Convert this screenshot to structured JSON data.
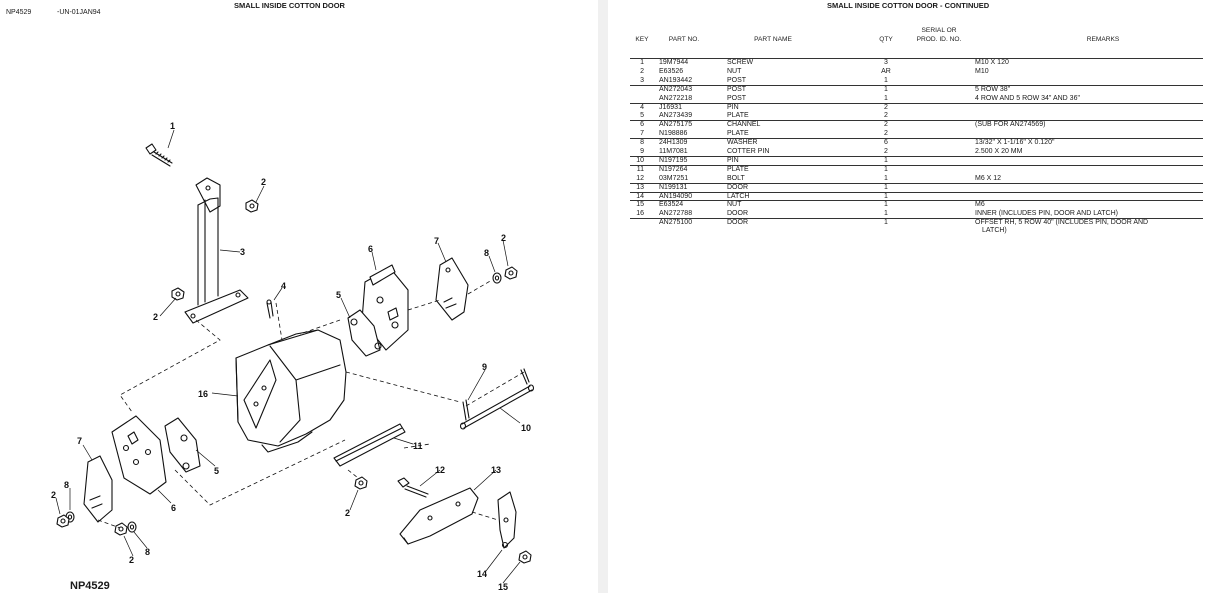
{
  "left_page": {
    "code": "NP4529",
    "date": "-UN-01JAN94",
    "title": "SMALL INSIDE COTTON DOOR",
    "figure_code": "NP4529",
    "callouts": [
      "1",
      "2",
      "3",
      "2",
      "4",
      "6",
      "7",
      "8",
      "2",
      "5",
      "9",
      "10",
      "16",
      "11",
      "7",
      "5",
      "8",
      "2",
      "6",
      "2",
      "8",
      "12",
      "13",
      "14",
      "15"
    ]
  },
  "right_page": {
    "title": "SMALL INSIDE COTTON DOOR - CONTINUED",
    "headers": {
      "key": "KEY",
      "part_no": "PART NO.",
      "part_name": "PART NAME",
      "qty": "QTY",
      "serial_1": "SERIAL OR",
      "serial_2": "PROD. ID. NO.",
      "remarks": "REMARKS"
    },
    "rows": [
      {
        "key": "1",
        "part": "19M7944",
        "name": "SCREW",
        "qty": "3",
        "remarks": "M10 X 120"
      },
      {
        "key": "2",
        "part": "E63526",
        "name": "NUT",
        "qty": "AR",
        "remarks": "M10"
      },
      {
        "key": "3",
        "part": "AN193442",
        "name": "POST",
        "qty": "1",
        "remarks": ""
      },
      {
        "key": "",
        "part": "AN272043",
        "name": "POST",
        "qty": "1",
        "remarks": "5 ROW 38\""
      },
      {
        "key": "",
        "part": "AN272218",
        "name": "POST",
        "qty": "1",
        "remarks": "4 ROW AND 5 ROW 34\" AND 36\""
      },
      {
        "key": "4",
        "part": "J16931",
        "name": "PIN",
        "qty": "2",
        "remarks": ""
      },
      {
        "key": "5",
        "part": "AN273439",
        "name": "PLATE",
        "qty": "2",
        "remarks": ""
      },
      {
        "key": "6",
        "part": "AN275175",
        "name": "CHANNEL",
        "qty": "2",
        "remarks": "(SUB FOR AN274569)"
      },
      {
        "key": "7",
        "part": "N198886",
        "name": "PLATE",
        "qty": "2",
        "remarks": ""
      },
      {
        "key": "8",
        "part": "24H1309",
        "name": "WASHER",
        "qty": "6",
        "remarks": "13/32\" X 1-1/16\" X 0.120\""
      },
      {
        "key": "9",
        "part": "11M7081",
        "name": "COTTER PIN",
        "qty": "2",
        "remarks": "2.500 X 20 MM"
      },
      {
        "key": "10",
        "part": "N197195",
        "name": "PIN",
        "qty": "1",
        "remarks": ""
      },
      {
        "key": "11",
        "part": "N197264",
        "name": "PLATE",
        "qty": "1",
        "remarks": ""
      },
      {
        "key": "12",
        "part": "03M7251",
        "name": "BOLT",
        "qty": "1",
        "remarks": "M6 X 12"
      },
      {
        "key": "13",
        "part": "N199131",
        "name": "DOOR",
        "qty": "1",
        "remarks": ""
      },
      {
        "key": "14",
        "part": "AN194090",
        "name": "LATCH",
        "qty": "1",
        "remarks": ""
      },
      {
        "key": "15",
        "part": "E63524",
        "name": "NUT",
        "qty": "1",
        "remarks": "M6"
      },
      {
        "key": "16",
        "part": "AN272788",
        "name": "DOOR",
        "qty": "1",
        "remarks": "INNER (INCLUDES PIN, DOOR AND LATCH)"
      },
      {
        "key": "",
        "part": "AN275100",
        "name": "DOOR",
        "qty": "1",
        "remarks": "OFFSET RH, 5 ROW 40\" (INCLUDES PIN, DOOR AND",
        "remarks2": "LATCH)"
      }
    ]
  }
}
